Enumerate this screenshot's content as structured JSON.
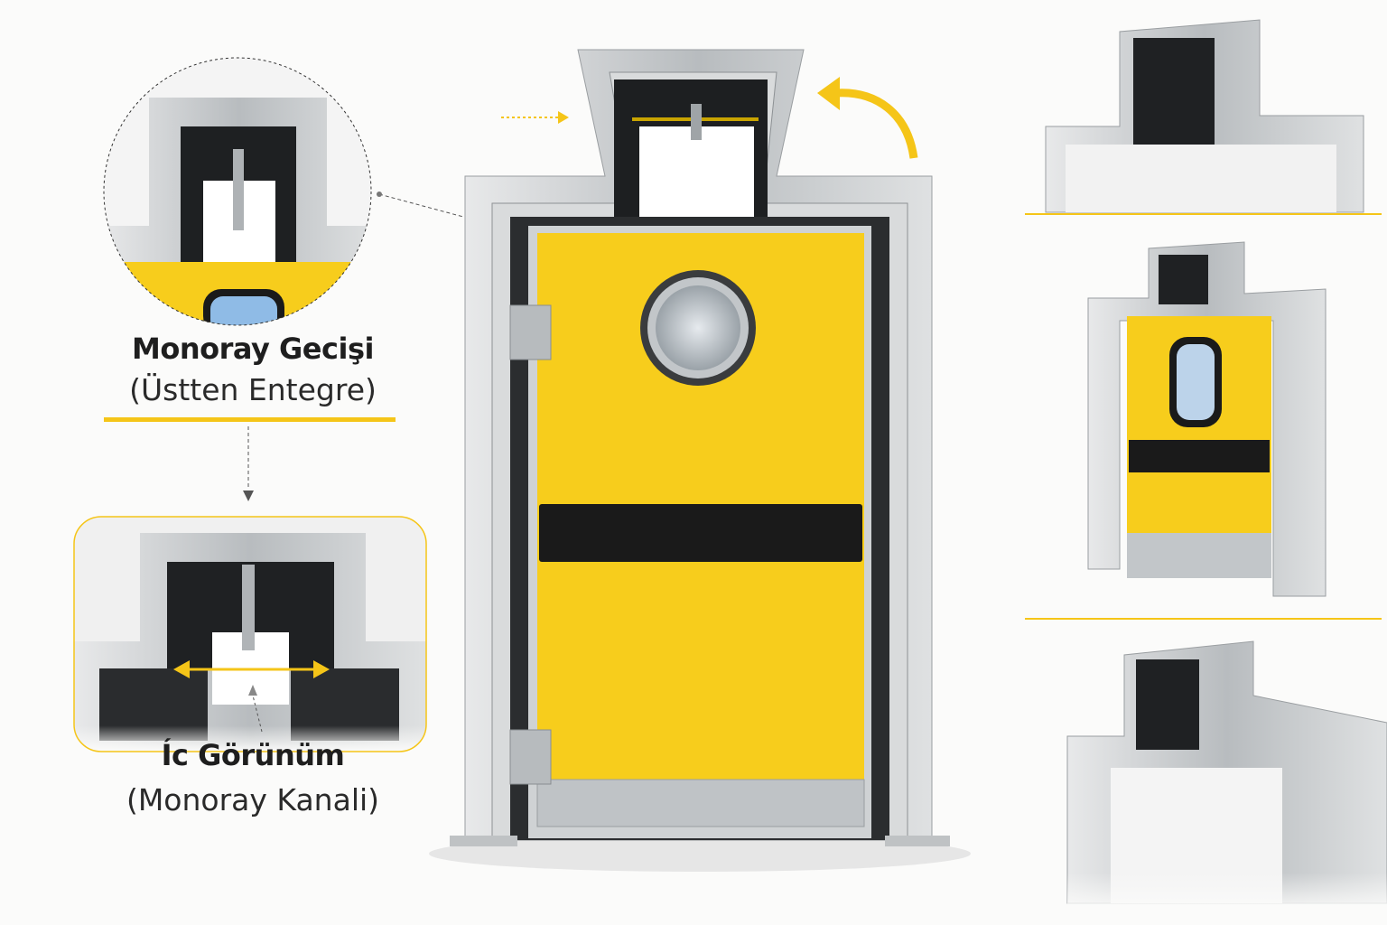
{
  "callouts": {
    "top": {
      "title": "Monoray Gecişi",
      "subtitle": "(Üstten Entegre)"
    },
    "bottom": {
      "title": "Íc Görünüm",
      "subtitle": "(Monoray Kanali)"
    }
  },
  "colors": {
    "accent": "#f5c518",
    "door_yellow": "#f7cd1c",
    "steel": "#c9ccce",
    "kick_strip": "#1a1a1a"
  },
  "icons": [
    "curved-arrow-icon",
    "dotted-arrow-icon",
    "down-arrow-icon",
    "double-arrow-icon"
  ]
}
